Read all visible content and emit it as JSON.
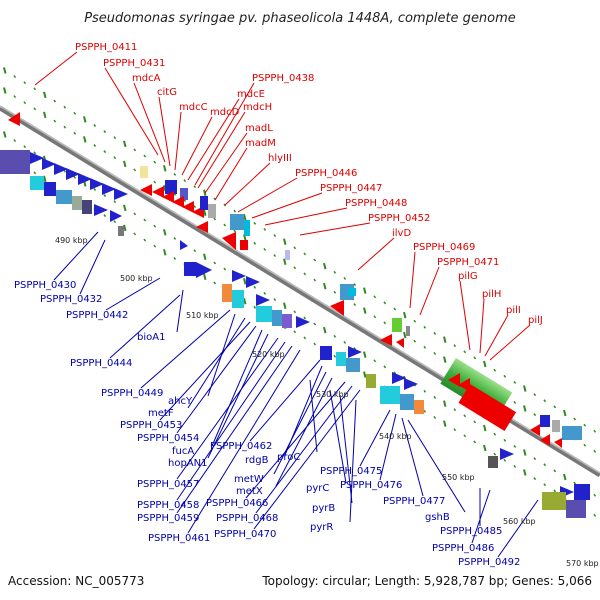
{
  "title": "Pseudomonas syringae pv. phaseolicola 1448A, complete genome",
  "accession_text": "Accession: NC_005773",
  "summary_text": "Topology: circular; Length: 5,928,787 bp; Genes: 5,066",
  "colors": {
    "backbone": "#888888",
    "forward_label": "#dd0000",
    "reverse_label": "#0000aa",
    "dots": "#2e8b1e"
  },
  "ticks": [
    "490 kbp",
    "500 kbp",
    "510 kbp",
    "520 kbp",
    "530 kbp",
    "540 kbp",
    "550 kbp",
    "560 kbp",
    "570 kbp"
  ],
  "top_labels": [
    "PSPPH_0411",
    "PSPPH_0431",
    "mdcA",
    "citG",
    "mdcC",
    "mdcD",
    "mdcE",
    "PSPPH_0438",
    "mdcH",
    "madL",
    "madM",
    "hlyIII",
    "PSPPH_0446",
    "PSPPH_0447",
    "PSPPH_0448",
    "PSPPH_0452",
    "ilvD",
    "PSPPH_0469",
    "PSPPH_0471",
    "pilG",
    "pilH",
    "pilI",
    "pilJ"
  ],
  "bottom_labels": [
    "PSPPH_0430",
    "PSPPH_0432",
    "PSPPH_0442",
    "bioA1",
    "PSPPH_0444",
    "PSPPH_0449",
    "ahcY",
    "metF",
    "PSPPH_0453",
    "PSPPH_0454",
    "fucA",
    "hopAN1",
    "PSPPH_0457",
    "PSPPH_0458",
    "PSPPH_0459",
    "PSPPH_0461",
    "PSPPH_0462",
    "rdgB",
    "metW",
    "metX",
    "PSPPH_0466",
    "PSPPH_0468",
    "PSPPH_0470",
    "proC",
    "pyrC",
    "PSPPH_0475",
    "PSPPH_0476",
    "pyrB",
    "pyrR",
    "PSPPH_0477",
    "gshB",
    "PSPPH_0485",
    "PSPPH_0486",
    "PSPPH_0492"
  ]
}
